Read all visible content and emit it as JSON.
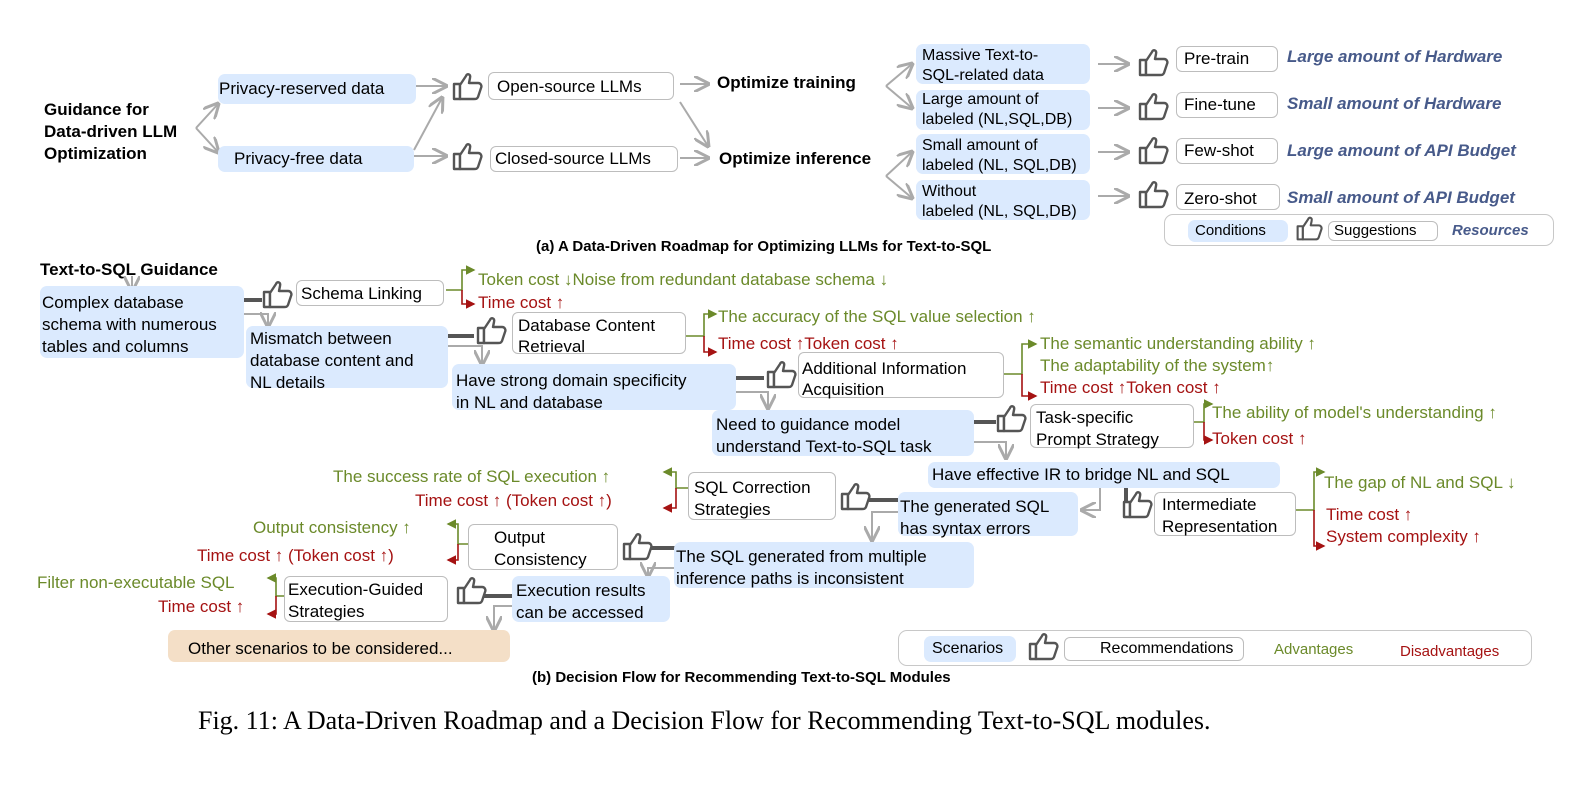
{
  "top": {
    "guidance": [
      "Guidance for",
      "Data-driven LLM",
      "Optimization"
    ],
    "privacy_reserved": "Privacy-reserved data",
    "privacy_free": "Privacy-free data",
    "open_llms": "Open-source LLMs",
    "closed_llms": "Closed-source LLMs",
    "opt_training": "Optimize training",
    "opt_inference": "Optimize inference",
    "conditions": [
      [
        "Massive Text-to-",
        "SQL-related data"
      ],
      [
        "Large amount of",
        "labeled (NL,SQL,DB)"
      ],
      [
        "Small amount of",
        "labeled (NL, SQL,DB)"
      ],
      [
        "Without",
        "labeled (NL, SQL,DB)"
      ]
    ],
    "suggestions": [
      "Pre-train",
      "Fine-tune",
      "Few-shot",
      "Zero-shot"
    ],
    "resources": [
      "Large amount of  Hardware",
      "Small amount of Hardware",
      "Large amount of  API Budget",
      "Small amount of API  Budget"
    ],
    "legend": {
      "conditions": "Conditions",
      "suggestions": "Suggestions",
      "resources": "Resources"
    },
    "caption": "(a)  A Data-Driven Roadmap for Optimizing LLMs for Text-to-SQL"
  },
  "bottom": {
    "title": "Text-to-SQL Guidance",
    "s1": [
      "Complex database",
      "schema with numerous",
      "tables and columns"
    ],
    "m1": "Schema Linking",
    "m1_adv": "Token cost ↓Noise from redundant database schema  ↓",
    "m1_dis": "Time cost ↑",
    "s2": [
      "Mismatch between",
      "database content and",
      "NL details"
    ],
    "m2": [
      "Database Content",
      "Retrieval"
    ],
    "m2_adv": "The accuracy of the SQL value selection ↑",
    "m2_dis": "Time cost ↑Token cost ↑",
    "s3": [
      "Have strong domain specificity",
      "in NL and database"
    ],
    "m3": [
      "Additional Information",
      "Acquisition"
    ],
    "m3_adv": [
      "The semantic understanding ability ↑",
      "The adaptability of the system↑"
    ],
    "m3_dis": "Time cost ↑Token cost ↑",
    "s4": [
      "Need to guidance model",
      "understand Text-to-SQL task"
    ],
    "m4": [
      "Task-specific",
      "Prompt Strategy"
    ],
    "m4_adv": "The ability of model's understanding ↑",
    "m4_dis": "Token cost ↑",
    "s5": "Have effective IR to bridge NL and SQL",
    "m5": [
      "Intermediate",
      "Representation"
    ],
    "m5_adv": "The gap of NL and SQL ↓",
    "m5_dis": [
      "Time cost ↑",
      "System complexity ↑"
    ],
    "s6": [
      "The generated SQL",
      "has syntax errors"
    ],
    "m6": [
      "SQL Correction",
      "Strategies"
    ],
    "m6_adv": "The success rate of SQL execution ↑",
    "m6_dis": "Time cost ↑ (Token cost ↑)",
    "s7": [
      "The SQL generated from multiple",
      "inference paths is inconsistent"
    ],
    "m7": [
      "Output",
      "Consistency"
    ],
    "m7_adv": "Output consistency ↑",
    "m7_dis": "Time cost ↑ (Token cost ↑)",
    "s8": [
      "Execution results",
      "can be accessed"
    ],
    "m8": [
      "Execution-Guided",
      "Strategies"
    ],
    "m8_adv": "Filter non-executable SQL",
    "m8_dis": "Time cost ↑",
    "other": "Other scenarios to be considered...",
    "legend": {
      "scenarios": "Scenarios",
      "recommendations": "Recommendations",
      "advantages": "Advantages",
      "disadvantages": "Disadvantages"
    },
    "caption": "(b)  Decision Flow for Recommending Text-to-SQL Modules"
  },
  "figure_caption": "Fig. 11: A Data-Driven Roadmap and a Decision Flow for Recommending Text-to-SQL modules.",
  "icons": {
    "thumb": "thumbs-up-icon"
  },
  "colors": {
    "scenario_bg": "#dbeafe",
    "advantage": "#6b8a2a",
    "disadvantage": "#a51212",
    "resource": "#475a8a",
    "other_bg": "#f4dfc7"
  }
}
